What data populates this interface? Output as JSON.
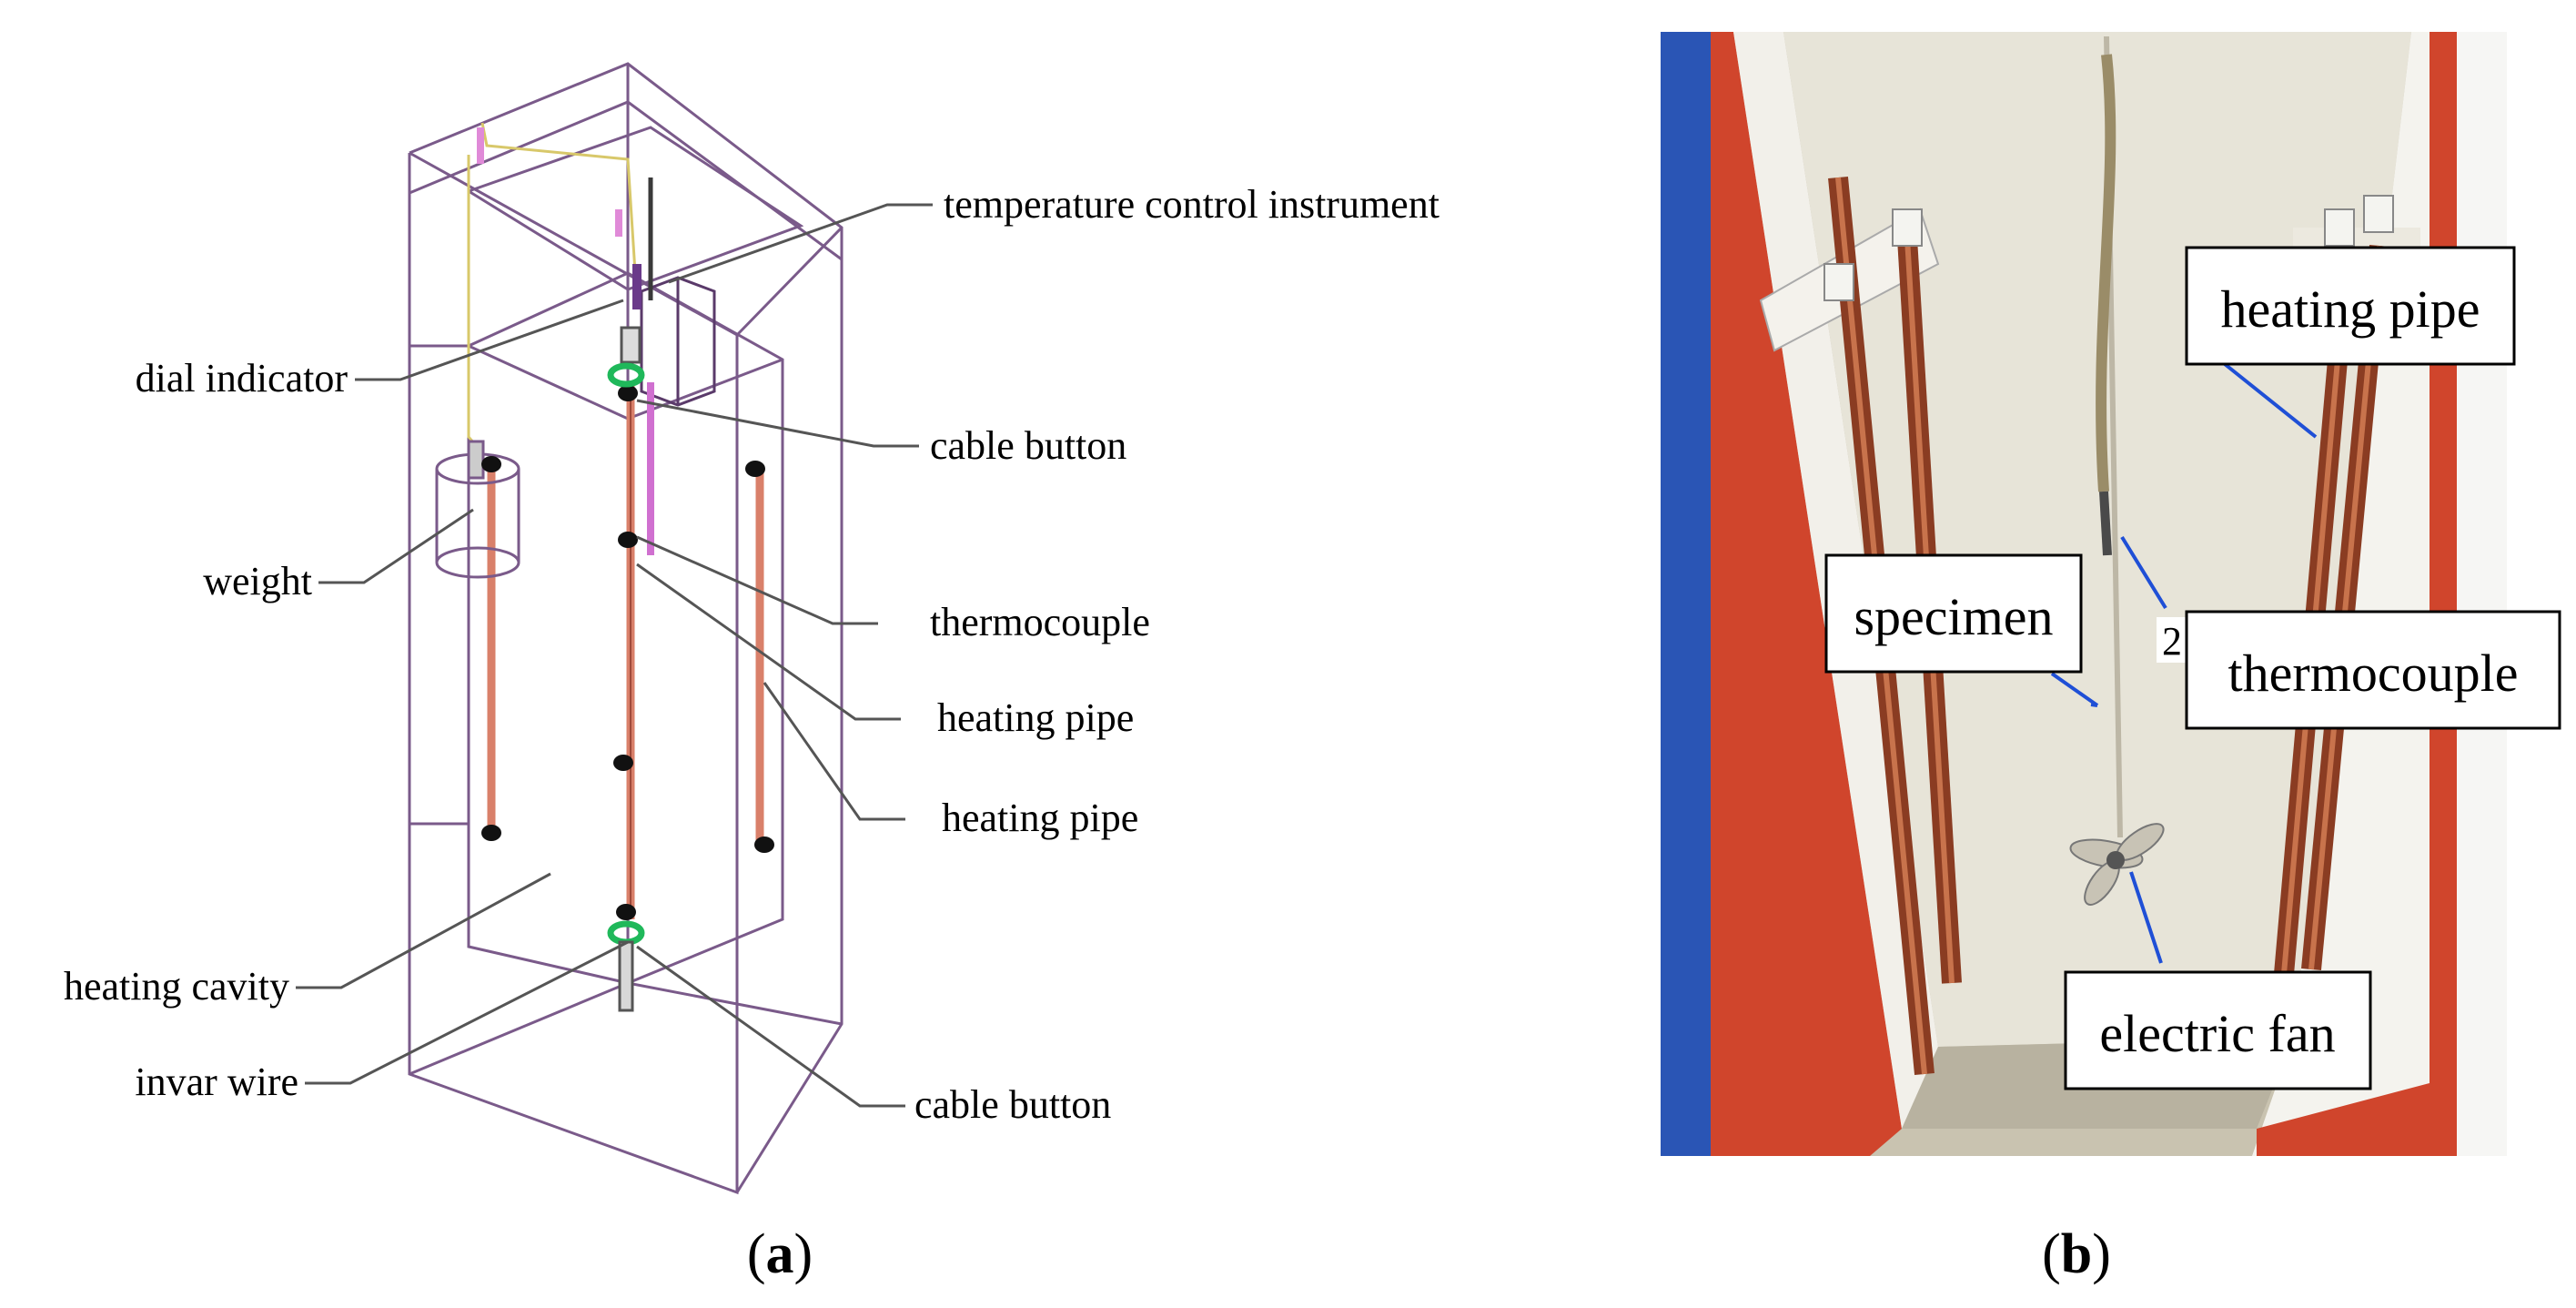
{
  "panel_a": {
    "labels": {
      "temperature_control_instrument": "temperature control instrument",
      "dial_indicator": "dial indicator",
      "cable_button_top": "cable button",
      "weight": "weight",
      "thermocouple": "thermocouple",
      "heating_pipe_1": "heating pipe",
      "heating_pipe_2": "heating pipe",
      "heating_cavity": "heating cavity",
      "invar_wire": "invar wire",
      "cable_button_bottom": "cable button"
    },
    "caption_open": "(",
    "caption_letter": "a",
    "caption_close": ")"
  },
  "panel_b": {
    "labels": {
      "heating_pipe": "heating pipe",
      "specimen": "specimen",
      "thermocouple": "thermocouple",
      "index_mark": "2",
      "electric_fan": "electric fan"
    },
    "caption_open": "(",
    "caption_letter": "b",
    "caption_close": ")"
  },
  "colors": {
    "frame": "#7a5a8a",
    "heating_pipe": "#d9806a",
    "leader": "#555555",
    "pointer": "#1f4fd6",
    "cabinet_red": "#d0452c",
    "cabinet_blue": "#2a55b5",
    "interior": "#e7e4d8"
  }
}
